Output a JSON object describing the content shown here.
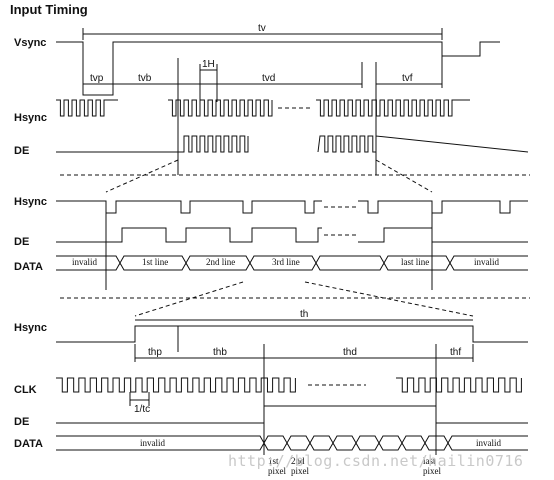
{
  "title": "Input Timing",
  "watermark": "http://blog.csdn.net/hailin0716",
  "signals": {
    "vsync": "Vsync",
    "hsync": "Hsync",
    "de": "DE",
    "data": "DATA",
    "clk": "CLK"
  },
  "frame_timing": {
    "tv": "tv",
    "tvp": "tvp",
    "tvb": "tvb",
    "tvd": "tvd",
    "tvf": "tvf",
    "one_h": "1H"
  },
  "line_segments": [
    "invalid",
    "1st line",
    "2nd line",
    "3rd line",
    "last line",
    "invalid"
  ],
  "line_timing": {
    "th": "th",
    "thp": "thp",
    "thb": "thb",
    "thd": "thd",
    "thf": "thf",
    "clock_period": "1/tc"
  },
  "data_pixels": {
    "invalid_left": "invalid",
    "invalid_right": "invalid",
    "first": "1st\npixel",
    "second": "2nd\npixel",
    "last": "last\npixel"
  }
}
